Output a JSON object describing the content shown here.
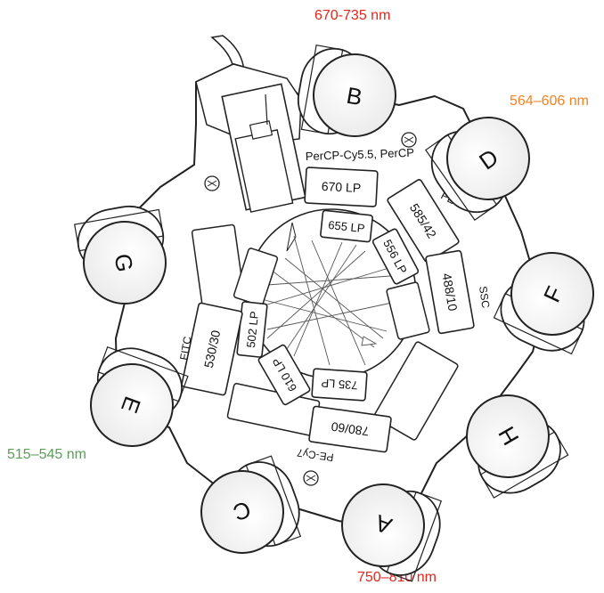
{
  "wavelengths": {
    "top": {
      "text": "670-735 nm",
      "color": "#e4261c"
    },
    "right": {
      "text": "564–606 nm",
      "color": "#f58220"
    },
    "left": {
      "text": "515–545 nm",
      "color": "#5a9e5a"
    },
    "bottom": {
      "text": "750–810 nm",
      "color": "#e4261c"
    }
  },
  "detectors": {
    "B": "B",
    "D": "D",
    "F": "F",
    "H": "H",
    "A": "A",
    "C": "C",
    "E": "E",
    "G": "G"
  },
  "filters": {
    "f670lp": "670 LP",
    "f655lp": "655 LP",
    "f585_42": "585/42",
    "f556lp": "556 LP",
    "f488_10": "488/10",
    "f502lp": "502 LP",
    "f530_30": "530/30",
    "f610lp": "610 LP",
    "f735lp": "735 LP",
    "f780_60": "780/60"
  },
  "channels": {
    "percp": "PerCP-Cy5.5, PerCP",
    "pe": "PE",
    "ssc": "SSC",
    "fitc": "FITC",
    "pecy7": "PE-Cy7"
  }
}
